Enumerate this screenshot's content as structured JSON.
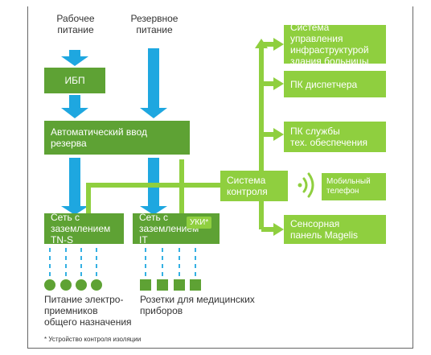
{
  "inputs": {
    "main_power": "Рабочее\nпитание",
    "backup_power": "Резервное\nпитание"
  },
  "boxes": {
    "ups": "ИБП",
    "ats": "Автоматический ввод\nрезерва",
    "tns": "Сеть с заземлением TN-S",
    "it": "Сеть с заземлением IT",
    "uki": "УКИ*",
    "control": "Система\nконтроля",
    "bms": "Система управления\nинфраструктурой\nздания больницы",
    "dispatcher_pc": "ПК диспетчера",
    "tech_pc": "ПК службы\nтех. обеспечения",
    "mobile": "Мобильный\nтелефон",
    "magelis": "Сенсорная\nпанель Magelis"
  },
  "labels": {
    "general_loads": "Питание электро-\nприемников\nобщего назначения",
    "medical_outlets": "Розетки для медицинских\nприборов",
    "footnote": "* Устройство контроля изоляции"
  },
  "colors": {
    "dark_green": "#5ea234",
    "light_green": "#8fcf3f",
    "cyan": "#1ea7e0",
    "line_green": "#8fcf3f"
  },
  "icons": {
    "wireless": "wireless-signal-icon"
  }
}
